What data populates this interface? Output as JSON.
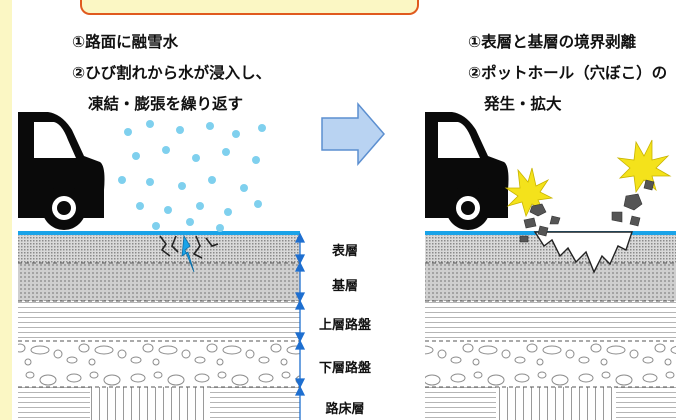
{
  "left_caption": {
    "line1": "①路面に融雪水",
    "line2": "②ひび割れから水が浸入し、",
    "line3": "凍結・膨張を繰り返す"
  },
  "right_caption": {
    "line1": "①表層と基層の境界剥離",
    "line2": "②ポットホール（穴ぼこ）の",
    "line3": "発生・拡大"
  },
  "layers": [
    {
      "key": "surface",
      "label": "表層"
    },
    {
      "key": "base",
      "label": "基層"
    },
    {
      "key": "upper_roadbed",
      "label": "上層路盤"
    },
    {
      "key": "lower_roadbed",
      "label": "下層路盤"
    },
    {
      "key": "subgrade",
      "label": "路床層"
    }
  ],
  "colors": {
    "background": "#fbf7c4",
    "water": "#1aa3e8",
    "snow": "#7fd0ee",
    "arrow": "#8fb6e8",
    "flash": "#f4e21b"
  }
}
